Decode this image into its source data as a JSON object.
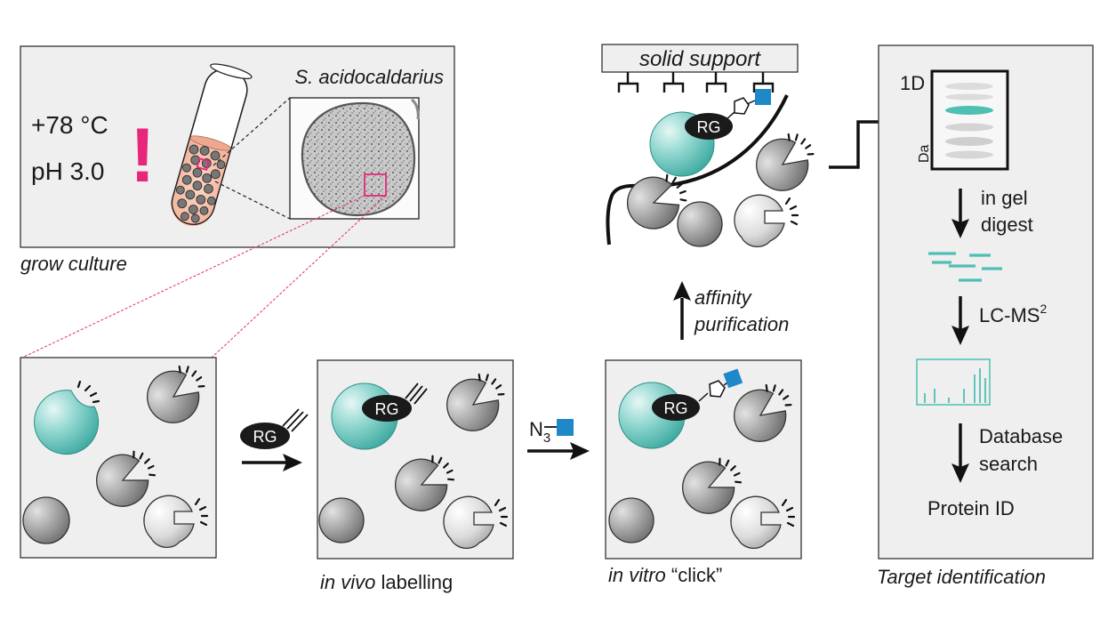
{
  "culture": {
    "temperature": "+78 °C",
    "ph": "pH 3.0",
    "exclaim": "!",
    "organism": "S. acidocaldarius",
    "caption": "grow culture"
  },
  "steps": {
    "probe_label": "RG",
    "azide_prefix": "N",
    "azide_sub": "3",
    "invivo_caption_italic": "in vivo",
    "invivo_caption_rest": " labelling",
    "invitro_caption_italic": "in vitro",
    "invitro_caption_rest": " “click”"
  },
  "purification": {
    "support_label": "solid support",
    "arrow_label_1": "affinity",
    "arrow_label_2": "purification"
  },
  "target": {
    "gel_label": "1D",
    "axis_label": "Da",
    "step1_line1": "in gel",
    "step1_line2": "digest",
    "step2_main": "LC-MS",
    "step2_sup": "2",
    "step3_line1": "Database",
    "step3_line2": "search",
    "result": "Protein ID",
    "caption": "Target identification"
  },
  "colors": {
    "panel_bg": "#efefef",
    "accent_pink": "#e8267a",
    "teal": "#3fb8ad",
    "blue_square": "#1e88c8"
  }
}
